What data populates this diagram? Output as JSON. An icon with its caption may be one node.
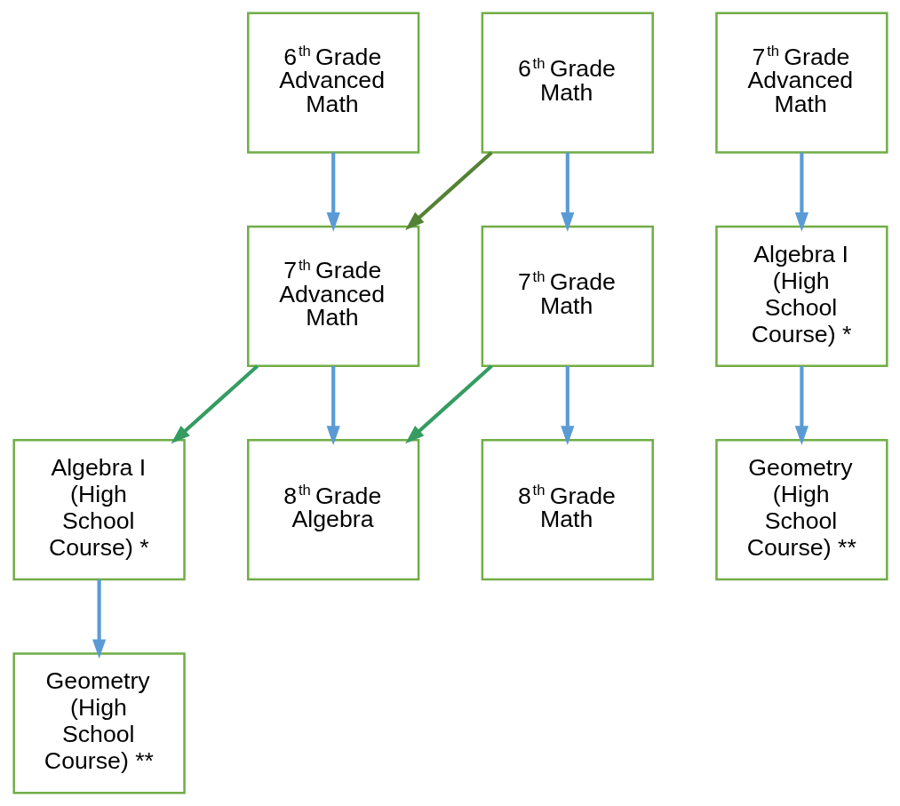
{
  "diagram": {
    "nodes": [
      {
        "text": [
          "6$^{th}$ Grade Math"
        ]
      },
      {
        "text": [
          "6$^{th}$ Grade Advanced Math"
        ]
      },
      {
        "text": [
          "7$^{th}$ Grade Advanced Math"
        ]
      },
      {
        "text": [
          "7$^{th}$ Grade Math"
        ]
      },
      {
        "text": [
          "7$^{th}$ Grade Advanced Math"
        ]
      },
      {
        "text": [
          "Algebra I (High School Course) *"
        ]
      },
      {
        "text": [
          "8$^{th}$ Grade Math"
        ]
      },
      {
        "text": [
          "8$^{th}$ Grade Algebra"
        ]
      },
      {
        "text": [
          "Algebra I (High School Course) *"
        ]
      },
      {
        "text": [
          "Geometry (High School Course) **"
        ]
      },
      {
        "text": [
          "Geometry (High School Course) **"
        ]
      }
    ],
    "edges": [
      {
        "from": 0,
        "to": 3,
        "arrow": "to"
      },
      {
        "from": 0,
        "to": 2,
        "arrow": "to",
        "color": "#548235"
      },
      {
        "from": 1,
        "to": 2,
        "arrow": "to"
      },
      {
        "from": 4,
        "to": 5,
        "arrow": "to"
      },
      {
        "from": 3,
        "to": 6,
        "arrow": "to"
      },
      {
        "from": 3,
        "to": 7,
        "arrow": "to",
        "color": "#359c62"
      },
      {
        "from": 2,
        "to": 7,
        "arrow": "to"
      },
      {
        "from": 2,
        "to": 8,
        "arrow": "to",
        "color": "#359c62"
      },
      {
        "from": 5,
        "to": 9,
        "arrow": "to"
      },
      {
        "from": 8,
        "to": 10,
        "arrow": "to"
      }
    ]
  }
}
